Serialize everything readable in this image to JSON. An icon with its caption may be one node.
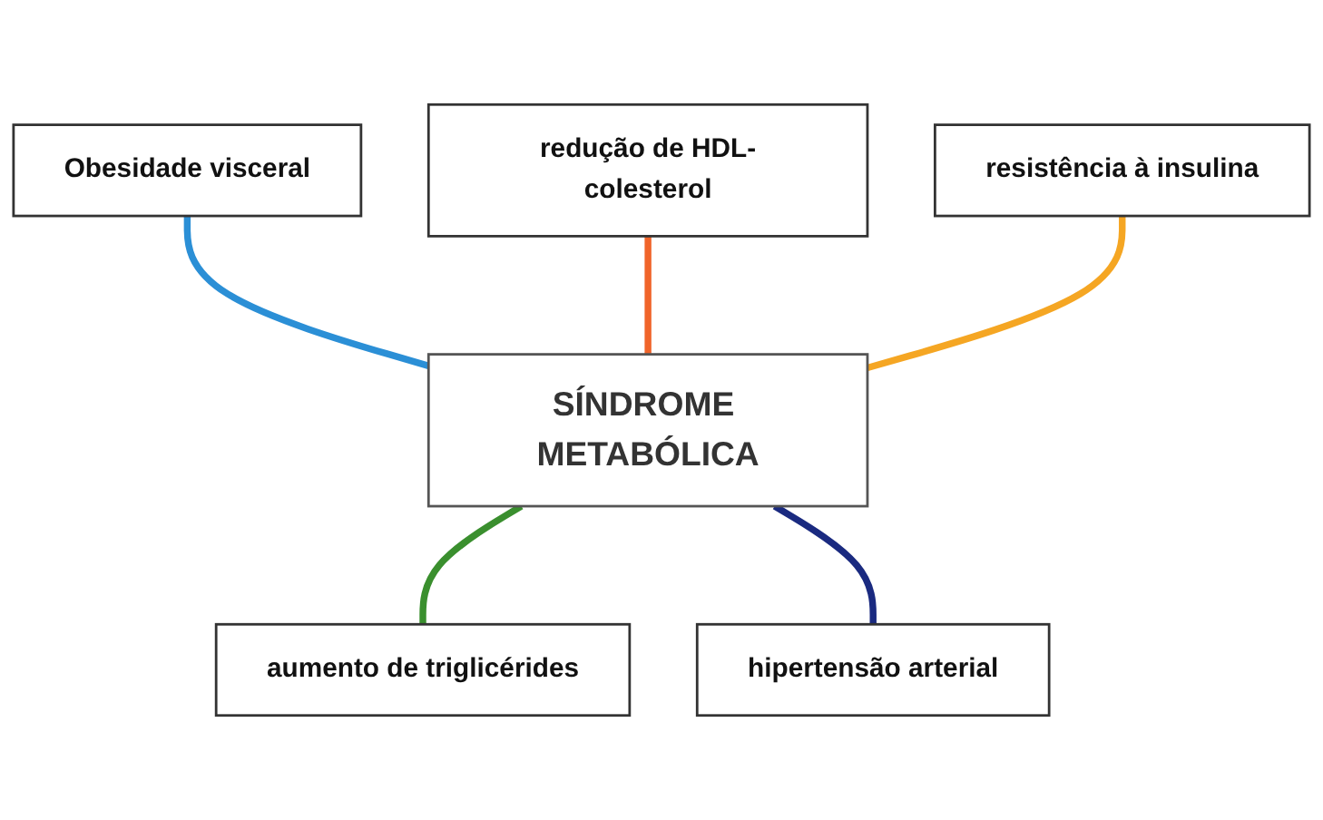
{
  "diagram": {
    "nodes": [
      {
        "text": [
          "Obesidade visceral"
        ]
      },
      {
        "text": [
          "redução de HDL-colesterol"
        ]
      },
      {
        "text": [
          "resistência à insulina"
        ]
      },
      {
        "text": [
          "SÍNDROME METABÓLICA"
        ]
      },
      {
        "text": [
          "aumento de triglicérides"
        ]
      },
      {
        "text": [
          "hipertensão arterial"
        ]
      }
    ],
    "edges": [
      {
        "from": 0,
        "to": 3,
        "arrow": "none",
        "color": "#2b8fd6"
      },
      {
        "from": 1,
        "to": 3,
        "arrow": "none",
        "color": "#f0642a"
      },
      {
        "from": 2,
        "to": 3,
        "arrow": "none",
        "color": "#f5a623"
      },
      {
        "from": 3,
        "to": 4,
        "arrow": "none",
        "color": "#3a8f2e"
      },
      {
        "from": 3,
        "to": 5,
        "arrow": "none",
        "color": "#1a2a80"
      }
    ]
  }
}
